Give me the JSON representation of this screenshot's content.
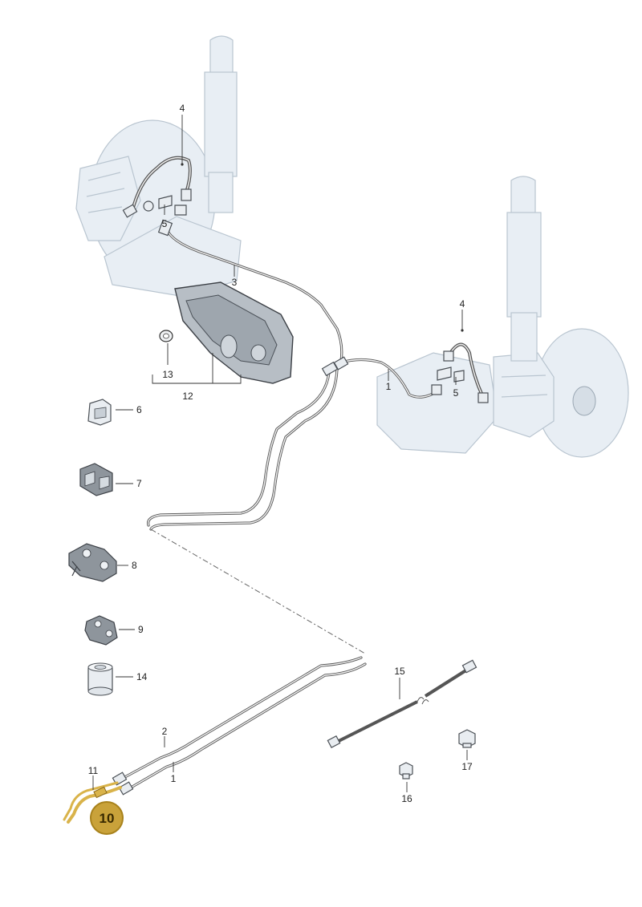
{
  "callouts": {
    "c1_top": "1",
    "c1_bottom": "1",
    "c2": "2",
    "c3": "3",
    "c4_left": "4",
    "c4_right": "4",
    "c5_left": "5",
    "c5_right": "5",
    "c6": "6",
    "c7": "7",
    "c8": "8",
    "c9": "9",
    "c11": "11",
    "c12": "12",
    "c13": "13",
    "c14": "14",
    "c15": "15",
    "c16": "16",
    "c17": "17"
  },
  "highlight": {
    "label": "10",
    "color": "#c9a23a",
    "border": "#a8821c"
  },
  "colors": {
    "line": "#333333",
    "ghost_part": "#e8eef4",
    "highlight_pipe": "#d9b34a"
  }
}
